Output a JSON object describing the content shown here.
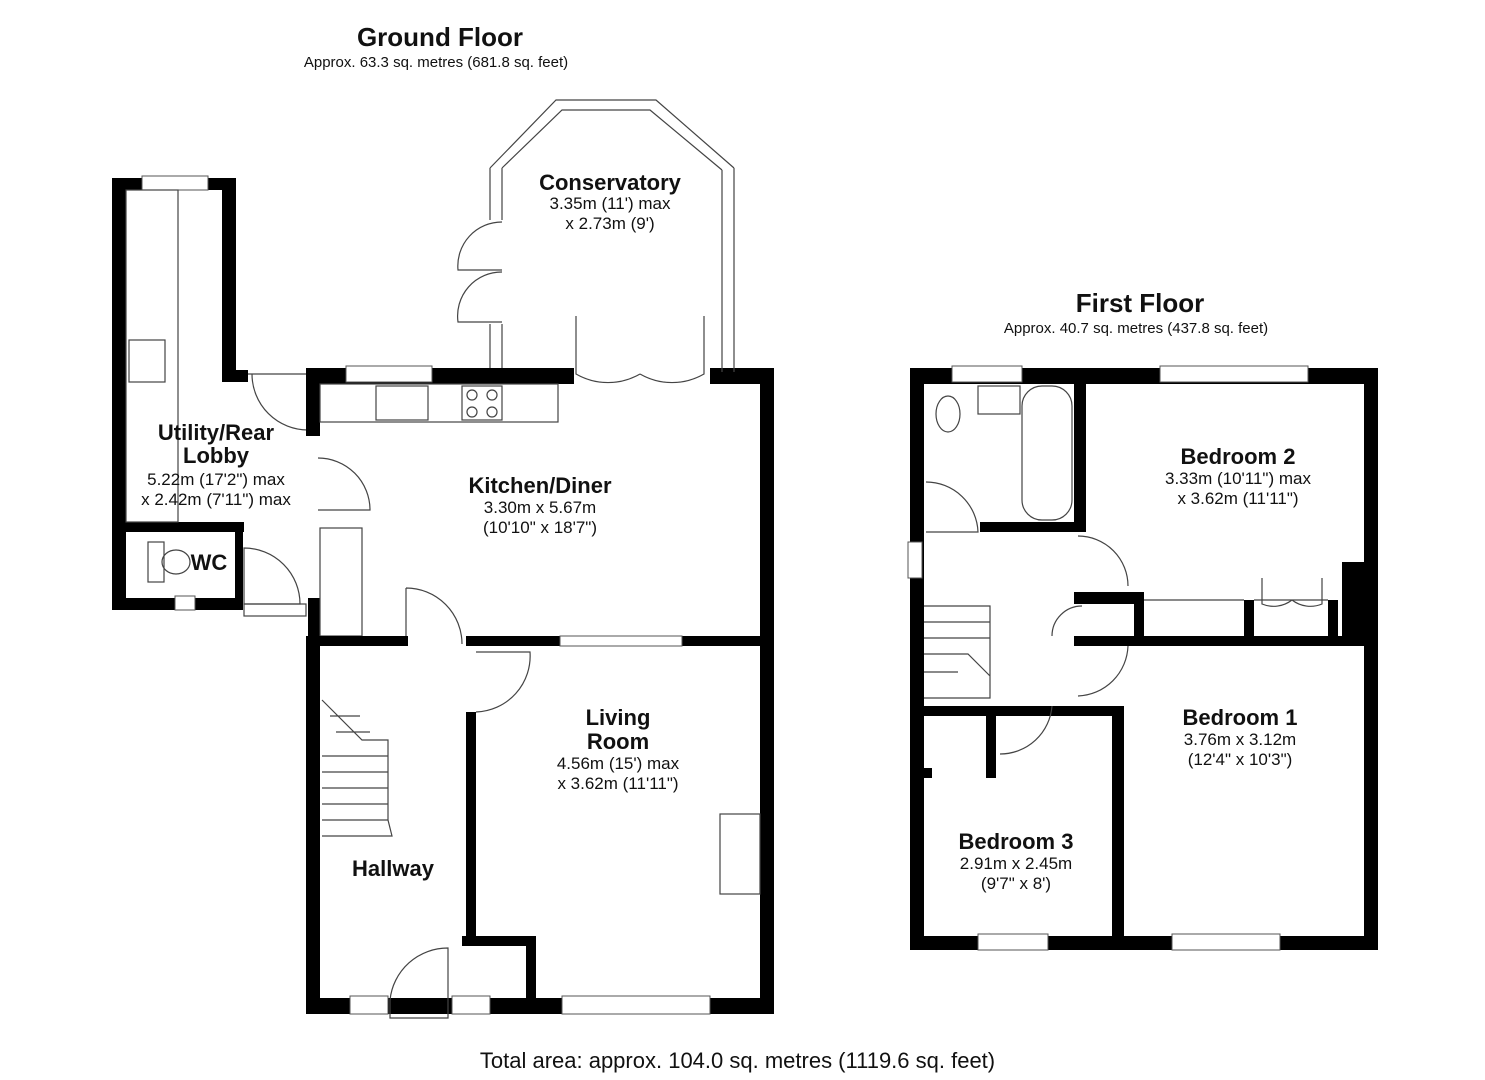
{
  "ground_floor": {
    "title": "Ground Floor",
    "area": "Approx. 63.3 sq. metres (681.8 sq. feet)",
    "rooms": {
      "conservatory": {
        "name": "Conservatory",
        "dim1": "3.35m (11') max",
        "dim2": "x 2.73m (9')"
      },
      "utility": {
        "name1": "Utility/Rear",
        "name2": "Lobby",
        "dim1": "5.22m (17'2\") max",
        "dim2": "x 2.42m (7'11\") max"
      },
      "wc": {
        "name": "WC"
      },
      "kitchen": {
        "name": "Kitchen/Diner",
        "dim1": "3.30m x 5.67m",
        "dim2": "(10'10\" x 18'7\")"
      },
      "living": {
        "name1": "Living",
        "name2": "Room",
        "dim1": "4.56m (15') max",
        "dim2": "x 3.62m (11'11\")"
      },
      "hallway": {
        "name": "Hallway"
      }
    }
  },
  "first_floor": {
    "title": "First Floor",
    "area": "Approx. 40.7 sq. metres (437.8 sq. feet)",
    "rooms": {
      "bedroom2": {
        "name": "Bedroom 2",
        "dim1": "3.33m (10'11\") max",
        "dim2": "x 3.62m (11'11\")"
      },
      "bedroom1": {
        "name": "Bedroom 1",
        "dim1": "3.76m x 3.12m",
        "dim2": "(12'4\" x 10'3\")"
      },
      "bedroom3": {
        "name": "Bedroom 3",
        "dim1": "2.91m x 2.45m",
        "dim2": "(9'7\" x 8')"
      }
    }
  },
  "total_area": "Total area: approx. 104.0 sq. metres (1119.6 sq. feet)"
}
